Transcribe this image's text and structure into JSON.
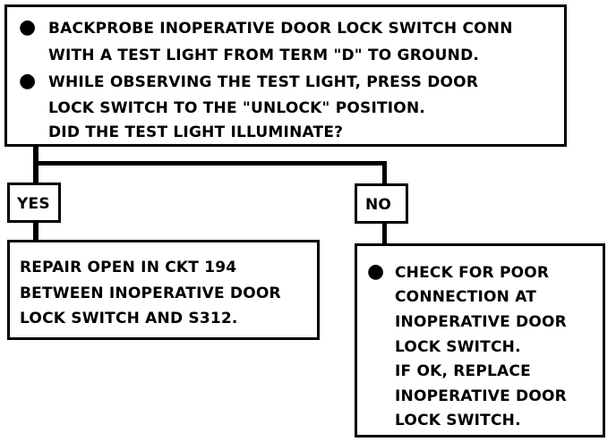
{
  "top_box": {
    "bullet_1": "●",
    "line_1": "BACKPROBE INOPERATIVE DOOR LOCK SWITCH CONN",
    "line_2": "WITH A TEST LIGHT FROM TERM \"D\" TO GROUND.",
    "bullet_2": "●",
    "line_3": "WHILE OBSERVING THE TEST LIGHT, PRESS DOOR",
    "line_4": "LOCK SWITCH TO THE \"UNLOCK\" POSITION.",
    "line_5": "DID THE TEST LIGHT ILLUMINATE?"
  },
  "yes_label": "YES",
  "no_label": "NO",
  "yes_box": {
    "line_1": "REPAIR OPEN IN CKT 194",
    "line_2": "BETWEEN INOPERATIVE DOOR",
    "line_3": "LOCK SWITCH AND S312."
  },
  "no_box": {
    "bullet": "●",
    "line_1": "CHECK FOR POOR",
    "line_2": "CONNECTION AT",
    "line_3": "INOPERATIVE DOOR",
    "line_4": "LOCK SWITCH.",
    "line_5": "IF OK, REPLACE",
    "line_6": "INOPERATIVE DOOR",
    "line_7": "LOCK SWITCH."
  }
}
